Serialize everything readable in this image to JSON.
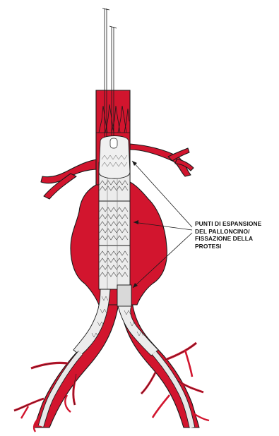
{
  "annotation": {
    "lines": [
      "PUNTI DI ESPANSIONE",
      "DEL PALLONCINO/",
      "FISSAZIONE DELLA",
      "PROTESI"
    ]
  },
  "colors": {
    "vessel": "#d2152e",
    "outline": "#1a1a1a",
    "stent": "#e6e6e6",
    "balloon": "#f0f0f0"
  }
}
